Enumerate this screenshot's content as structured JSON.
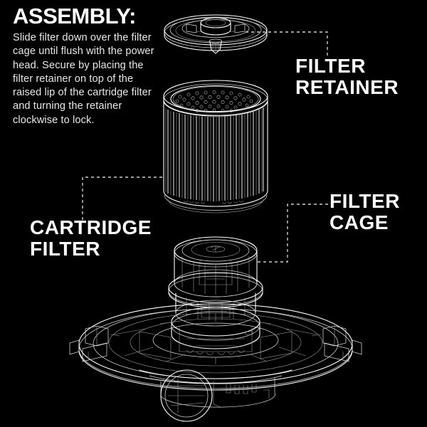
{
  "background_color": "#000000",
  "line_color": "#ffffff",
  "instructions": {
    "heading": "ASSEMBLY:",
    "body": "Slide filter down over the filter cage until flush with the power head. Secure by placing the filter retainer on top of the raised lip of the cartridge filter and turning the retainer clockwise to lock."
  },
  "callouts": [
    {
      "id": "filter-retainer",
      "line1": "FILTER",
      "line2": "RETAINER",
      "leader": "dashed-elbow-left"
    },
    {
      "id": "filter-cage",
      "line1": "FILTER",
      "line2": "CAGE",
      "leader": "dashed-elbow-down-left"
    },
    {
      "id": "cartridge-filter",
      "line1": "CARTRIDGE",
      "line2": "FILTER",
      "leader": "dashed-elbow-up-right"
    }
  ],
  "parts": [
    {
      "id": "filter-retainer",
      "name": "Filter Retainer",
      "description": "Flat circular disc with concentric rings, central hub and locking stem"
    },
    {
      "id": "cartridge-filter",
      "name": "Cartridge Filter",
      "description": "Pleated cylindrical filter with perforated mesh top and rim"
    },
    {
      "id": "filter-cage",
      "name": "Filter Cage",
      "description": "Ribbed cylindrical cage frame with flange rings"
    },
    {
      "id": "power-head",
      "name": "Power Head Base",
      "description": "Large disc base with radial ribs, latch tabs and intake port"
    }
  ]
}
